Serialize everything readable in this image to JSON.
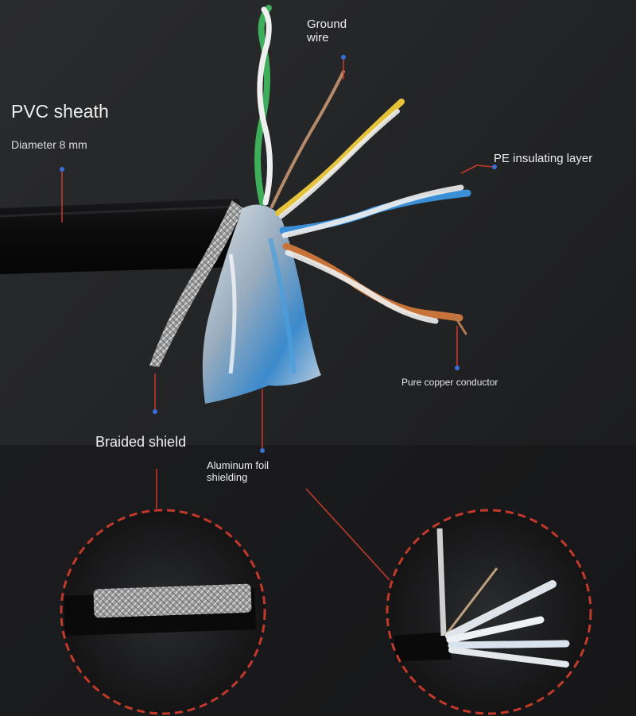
{
  "labels": {
    "pvc_sheath": "PVC sheath",
    "diameter": "Diameter 8 mm",
    "ground_wire_line1": "Ground",
    "ground_wire_line2": "wire",
    "pe_layer": "PE insulating layer",
    "copper": "Pure copper conductor",
    "braided": "Braided shield",
    "foil_line1": "Aluminum foil",
    "foil_line2": "shielding"
  },
  "colors": {
    "background": "#1c1d1f",
    "cable_sheath": "#0b0b0c",
    "leader_line": "#c0392b",
    "marker_dot": "#3a6fd8",
    "callout_circle": "#c0392b",
    "wire_green": "#3fae5a",
    "wire_yellow": "#e6c23a",
    "wire_blue": "#3b8fd6",
    "wire_orange": "#c8733a",
    "wire_white": "#eeeeee",
    "foil": "#c9d3de"
  }
}
